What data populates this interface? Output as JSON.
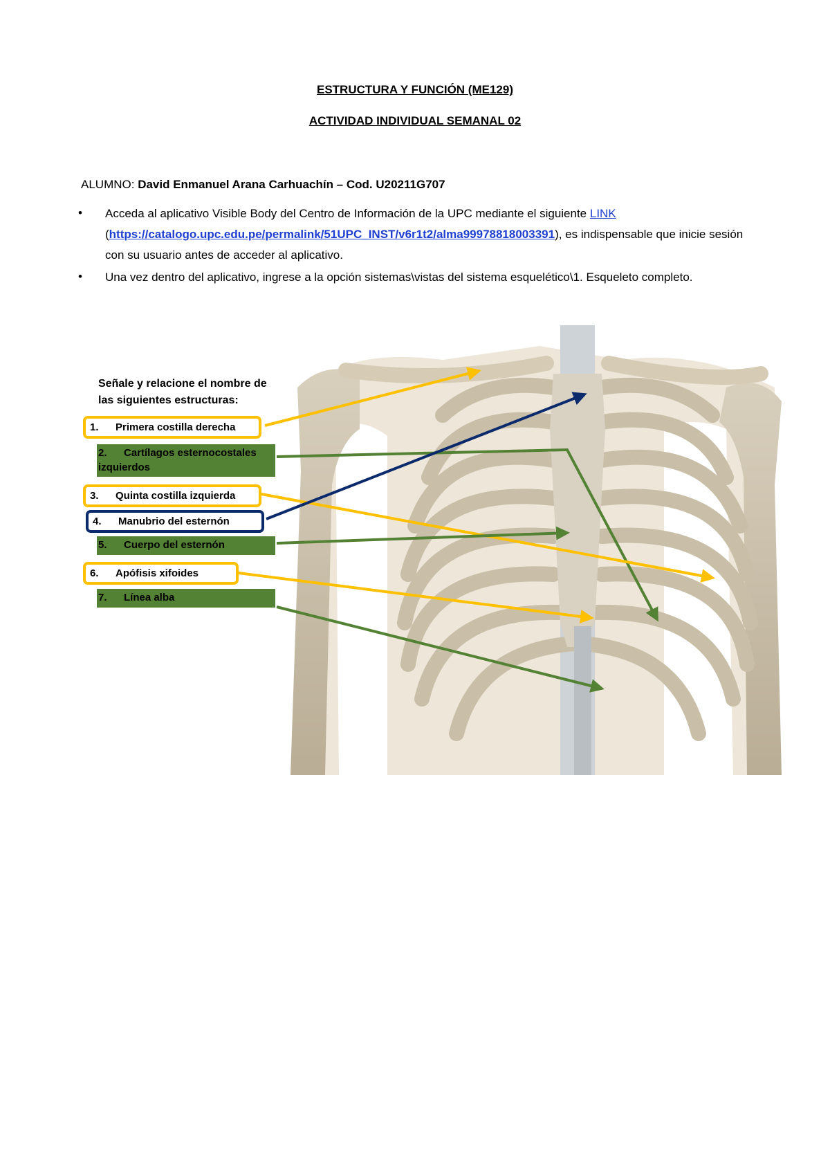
{
  "header": {
    "title": "ESTRUCTURA Y FUNCIÓN (ME129)",
    "subtitle": "ACTIVIDAD INDIVIDUAL SEMANAL 02"
  },
  "student": {
    "label": "ALUMNO: ",
    "value": "David Enmanuel Arana Carhuachín – Cod. U20211G707"
  },
  "bullets": [
    {
      "pre": "Acceda al aplicativo Visible Body del Centro de Información de la UPC mediante el siguiente ",
      "link_label": "LINK",
      "open_paren": "(",
      "url": "https://catalogo.upc.edu.pe/permalink/51UPC_INST/v6r1t2/alma99978818003391",
      "post": "), es indispensable que inicie sesión con su usuario antes de acceder al aplicativo."
    },
    {
      "text": "Una vez dentro del aplicativo, ingrese a la opción sistemas\\vistas del sistema esquelético\\1. Esqueleto completo."
    }
  ],
  "figure": {
    "instruction": "Señale y relacione el nombre de las siguientes estructuras:",
    "labels": [
      {
        "num": "1.",
        "text": "Primera costilla derecha",
        "color": "#ffc000"
      },
      {
        "num": "2.",
        "text": "Cartílagos esternocostales izquierdos",
        "color": "#548235"
      },
      {
        "num": "3.",
        "text": "Quinta costilla izquierda",
        "color": "#ffc000"
      },
      {
        "num": "4.",
        "text": "Manubrio del esternón",
        "color": "#0b2a6b"
      },
      {
        "num": "5.",
        "text": "Cuerpo del esternón",
        "color": "#548235"
      },
      {
        "num": "6.",
        "text": "Apófisis xifoides",
        "color": "#ffc000"
      },
      {
        "num": "7.",
        "text": "Línea alba",
        "color": "#548235"
      }
    ]
  }
}
